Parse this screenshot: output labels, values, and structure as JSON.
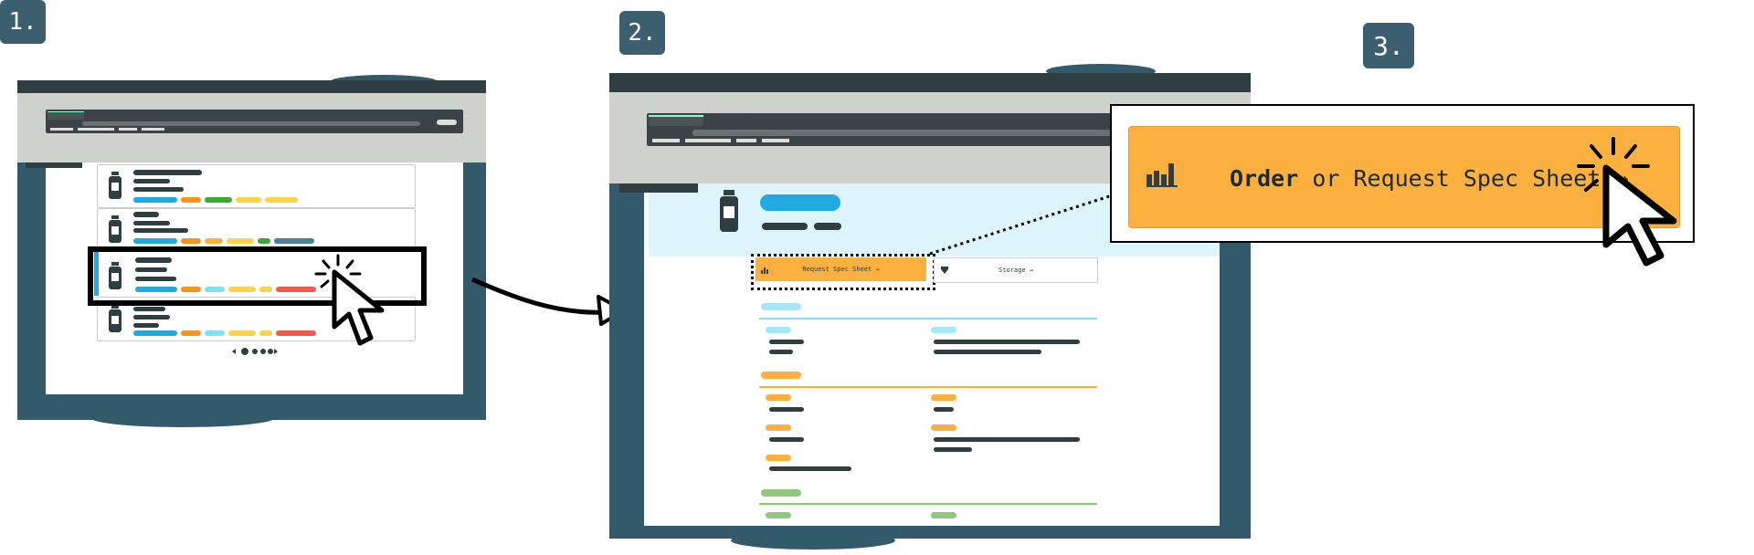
{
  "steps": [
    {
      "number": "1."
    },
    {
      "number": "2."
    },
    {
      "number": "3."
    }
  ],
  "product_page": {
    "spec_button_label": "Request Spec Sheet →",
    "storage_button_label": "Storage →"
  },
  "zoom_callout": {
    "order_word": "Order",
    "rest_text": " or Request Spec Sheet →"
  },
  "colors": {
    "badge": "#3b5f6e",
    "monitor": "#335a6a",
    "chrome": "#2f3f41",
    "accent_orange": "#fbb040",
    "accent_blue": "#21a9e1",
    "light_blue": "#def5fb",
    "green": "#8cc97d"
  },
  "icons": [
    "cursor-icon",
    "click-burst-icon",
    "vial-icon",
    "bar-chart-icon",
    "storage-icon"
  ]
}
